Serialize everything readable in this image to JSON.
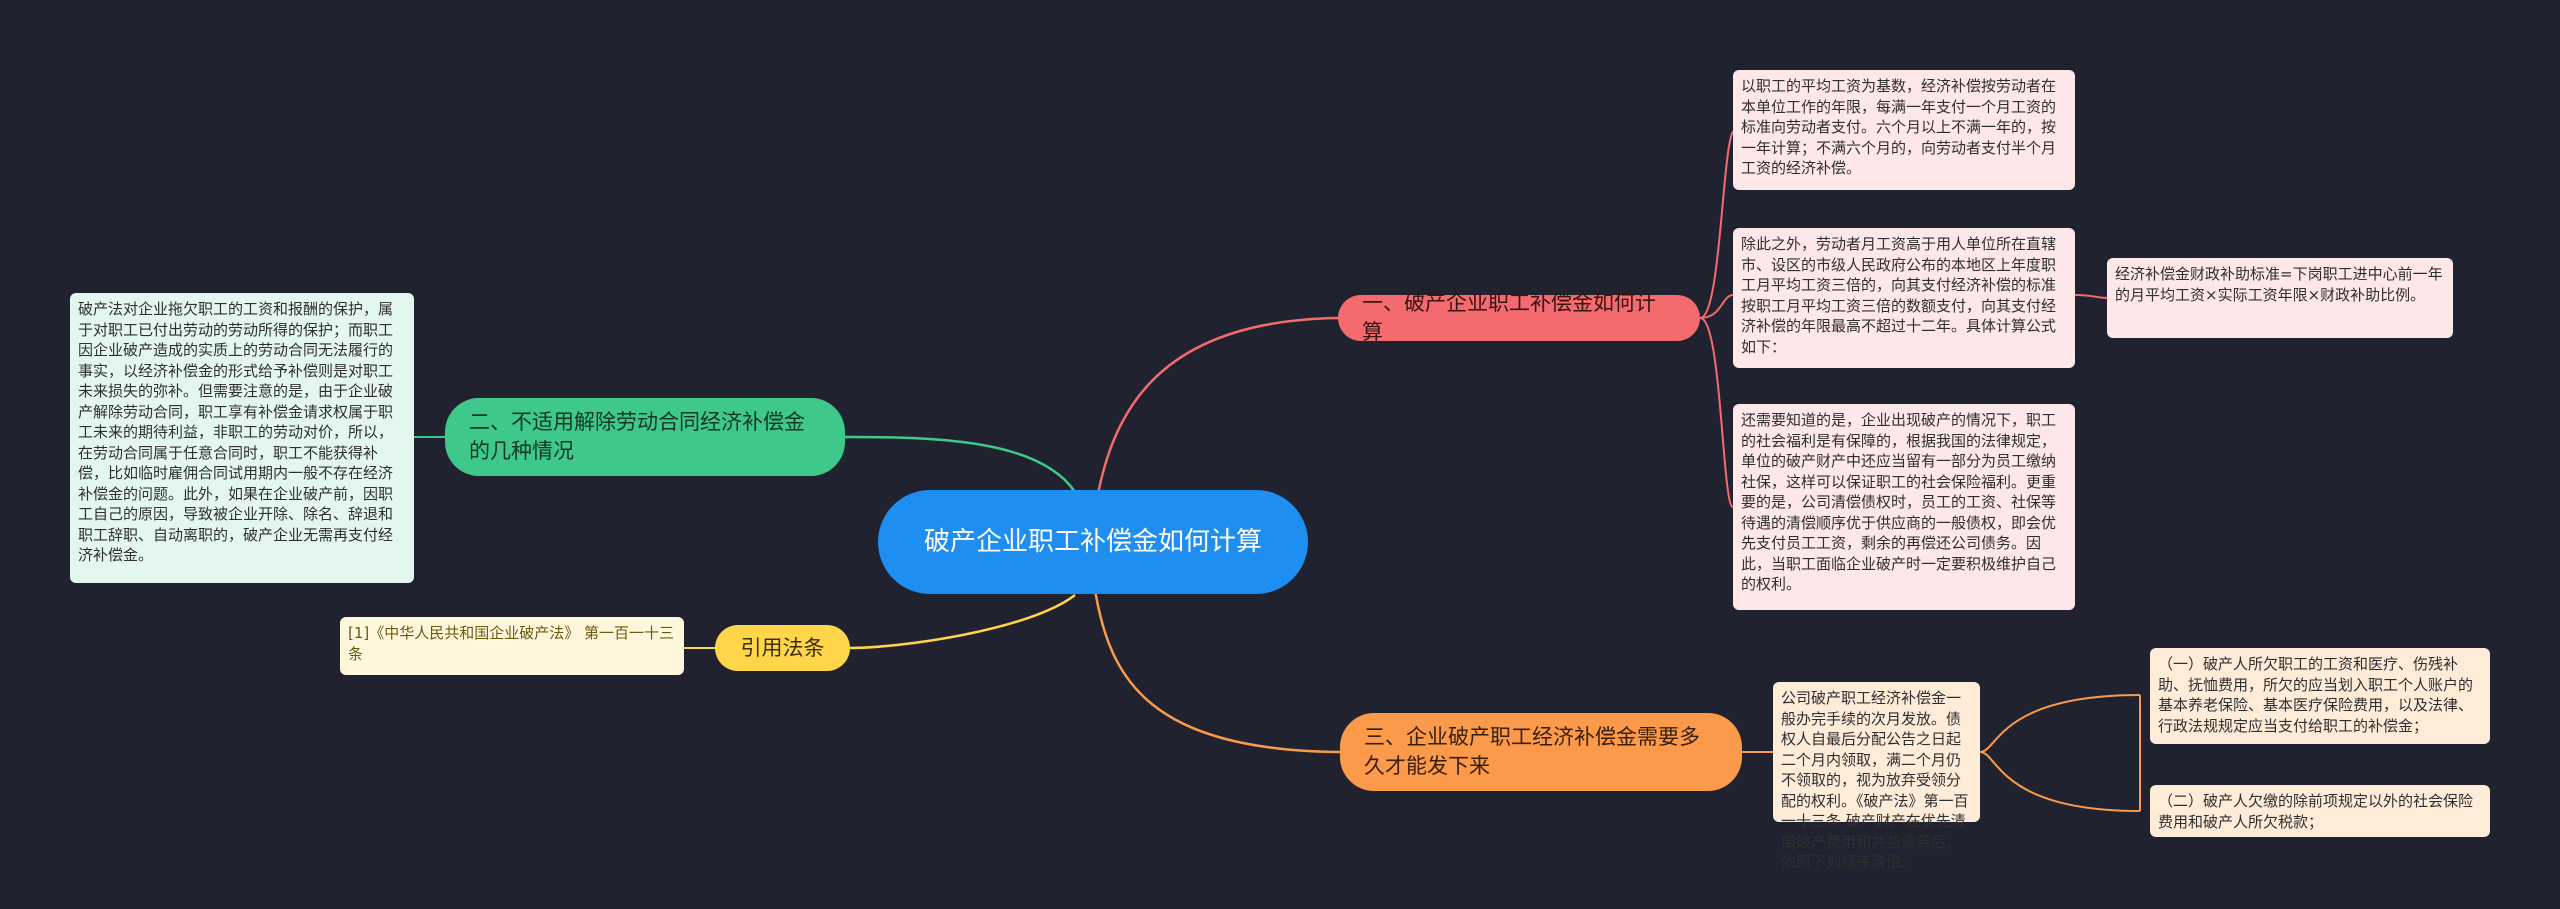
{
  "root": {
    "label": "破产企业职工补偿金如何计算"
  },
  "branches": {
    "calc": {
      "label": "一、破产企业职工补偿金如何计算",
      "leaves": [
        "以职工的平均工资为基数，经济补偿按劳动者在本单位工作的年限，每满一年支付一个月工资的标准向劳动者支付。六个月以上不满一年的，按一年计算；不满六个月的，向劳动者支付半个月工资的经济补偿。",
        "除此之外，劳动者月工资高于用人单位所在直辖市、设区的市级人民政府公布的本地区上年度职工月平均工资三倍的，向其支付经济补偿的标准按职工月平均工资三倍的数额支付，向其支付经济补偿的年限最高不超过十二年。具体计算公式如下：",
        "还需要知道的是，企业出现破产的情况下，职工的社会福利是有保障的，根据我国的法律规定，单位的破产财产中还应当留有一部分为员工缴纳社保，这样可以保证职工的社会保险福利。更重要的是，公司清偿债权时，员工的工资、社保等待遇的清偿顺序优于供应商的一般债权，即会优先支付员工工资，剩余的再偿还公司债务。因此，当职工面临企业破产时一定要积极维护自己的权利。"
      ],
      "formula": "经济补偿金财政补助标准=下岗职工进中心前一年的月平均工资×实际工资年限×财政补助比例。"
    },
    "nonapplicable": {
      "label": "二、不适用解除劳动合同经济补偿金的几种情况",
      "leaf": "破产法对企业拖欠职工的工资和报酬的保护，属于对职工已付出劳动的劳动所得的保护；而职工因企业破产造成的实质上的劳动合同无法履行的事实，以经济补偿金的形式给予补偿则是对职工未来损失的弥补。但需要注意的是，由于企业破产解除劳动合同，职工享有补偿金请求权属于职工未来的期待利益，非职工的劳动对价，所以，在劳动合同属于任意合同时，职工不能获得补偿，比如临时雇佣合同试用期内一般不存在经济补偿金的问题。此外，如果在企业破产前，因职工自己的原因，导致被企业开除、除名、辞退和职工辞职、自动离职的，破产企业无需再支付经济补偿金。"
    },
    "timing": {
      "label": "三、企业破产职工经济补偿金需要多久才能发下来",
      "leaf": "公司破产职工经济补偿金一般办完手续的次月发放。债权人自最后分配公告之日起二个月内领取，满二个月仍不领取的，视为放弃受领分配的权利。《破产法》第一百一十三条 破产财产在优先清偿破产费用和共益债务后，依照下列顺序清偿:",
      "sub": [
        "（一）破产人所欠职工的工资和医疗、伤残补助、抚恤费用，所欠的应当划入职工个人账户的基本养老保险、基本医疗保险费用，以及法律、行政法规规定应当支付给职工的补偿金；",
        "（二）破产人欠缴的除前项规定以外的社会保险费用和破产人所欠税款；"
      ]
    },
    "citation": {
      "label": "引用法条",
      "leaf": "[1]《中华人民共和国企业破产法》 第一百一十三条"
    }
  },
  "colors": {
    "background": "#20232f",
    "root": "#1e8ef0",
    "calc": "#f36a6f",
    "nonapplicable": "#3ec98a",
    "timing": "#fb9a4b",
    "citation": "#ffd54a"
  }
}
